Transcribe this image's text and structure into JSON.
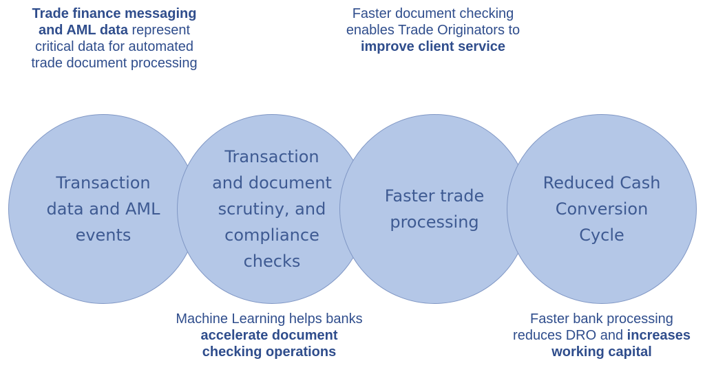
{
  "circles": [
    {
      "lines": [
        "Transaction",
        "data and AML",
        "events"
      ]
    },
    {
      "lines": [
        "Transaction",
        "and document",
        "scrutiny, and",
        "compliance",
        "checks"
      ]
    },
    {
      "lines": [
        "Faster trade",
        "processing"
      ]
    },
    {
      "lines": [
        "Reduced Cash",
        "Conversion",
        "Cycle"
      ]
    }
  ],
  "notes": {
    "top_left": {
      "bold_1": "Trade finance messaging and AML data",
      "text_1": " represent critical data for automated trade document processing"
    },
    "top_right": {
      "text_1": "Faster document checking enables Trade Originators to ",
      "bold_1": "improve client service"
    },
    "bottom_left": {
      "text_1": "Machine Learning helps banks ",
      "bold_1": "accelerate document checking operations"
    },
    "bottom_right": {
      "text_1": "Faster bank processing reduces DRO and ",
      "bold_1": "increases working capital"
    }
  },
  "colors": {
    "circle_fill": "#b4c7e7",
    "circle_stroke": "#7f96c4",
    "circle_text": "#3e5a92",
    "note_text": "#2f4d8c"
  }
}
